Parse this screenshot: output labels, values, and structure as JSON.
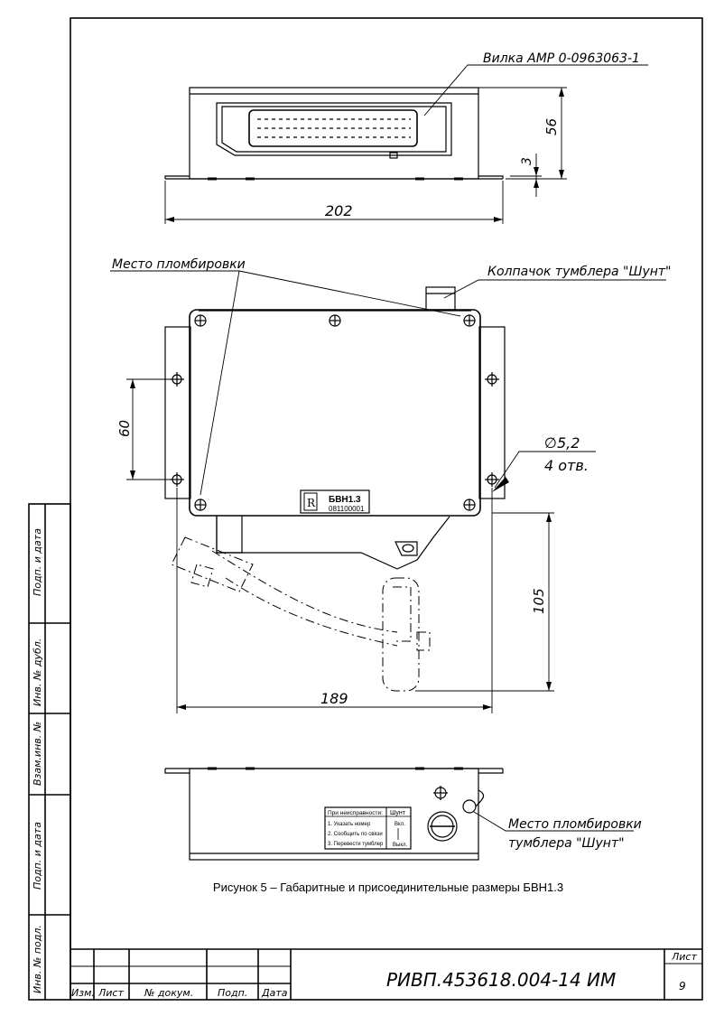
{
  "callouts": {
    "connector": "Вилка AMP 0-0963063-1",
    "seal_place": "Место пломбировки",
    "toggle_cap": "Колпачок тумблера \"Шунт\"",
    "hole_dia": "∅5,2",
    "hole_count": "4 отв.",
    "seal_toggle_line1": "Место пломбировки",
    "seal_toggle_line2": "тумблера \"Шунт\""
  },
  "dimensions": {
    "width_top": "202",
    "height_top": "56",
    "flange": "3",
    "hole_pitch": "60",
    "depth": "105",
    "width_mid": "189"
  },
  "label_plate": {
    "model": "БВН1.3",
    "serial": "081100001",
    "logo": "R"
  },
  "bottom_plate": {
    "heading": "При неисправности:",
    "heading_right": "Шунт",
    "items": [
      "1. Указать номер",
      "2. Сообщить по связи",
      "3. Перевести тумблер"
    ],
    "right_items": [
      "Вкл.",
      "Выкл."
    ]
  },
  "caption": "Рисунок 5 – Габаритные и присоединительные размеры БВН1.3",
  "side_stamp": [
    "Подп. и дата",
    "Инв. № дубл.",
    "Взам.инв. №",
    "Подп. и дата",
    "Инв. № подл."
  ],
  "title_block": {
    "cols": [
      "Изм.",
      "Лист",
      "№ докум.",
      "Подп.",
      "Дата"
    ],
    "designation": "РИВП.453618.004-14 ИМ",
    "sheet_label": "Лист",
    "sheet_number": "9"
  }
}
